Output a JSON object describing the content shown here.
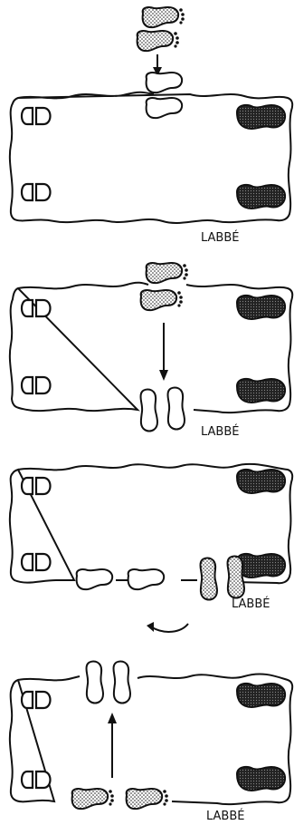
{
  "panels": [
    {
      "id": "panel-1",
      "signature": "LABBÉ"
    },
    {
      "id": "panel-2",
      "signature": "LABBÉ"
    },
    {
      "id": "panel-3",
      "signature": "LABBÉ"
    },
    {
      "id": "panel-4",
      "signature": "LABBÉ"
    }
  ],
  "colors": {
    "ink": "#111111",
    "paper": "#ffffff"
  }
}
